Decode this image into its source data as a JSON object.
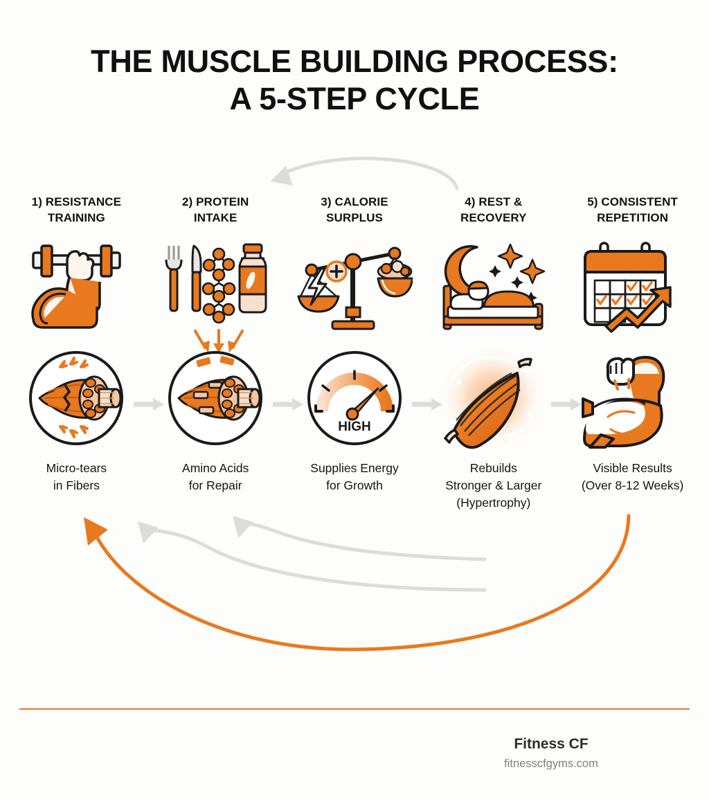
{
  "title": {
    "line1": "THE MUSCLE BUILDING PROCESS:",
    "line2": "A 5-STEP CYCLE"
  },
  "colors": {
    "orange": "#E8791F",
    "orange_dark": "#D2691E",
    "orange_light": "#F5A623",
    "orange_pale": "#F7D9C4",
    "gray_arrow": "#DCDCDC",
    "ink": "#1A1A1A",
    "text": "#141414",
    "muted": "#808080"
  },
  "steps": [
    {
      "number": "1)",
      "heading_line1": "1) RESISTANCE",
      "heading_line2": "TRAINING",
      "top_icon": "dumbbell-flex-arm-icon",
      "circle_icon": "muscle-fiber-microtear-icon",
      "caption_line1": "Micro-tears",
      "caption_line2": "in Fibers",
      "caption_line3": ""
    },
    {
      "number": "2)",
      "heading_line1": "2) PROTEIN",
      "heading_line2": "INTAKE",
      "top_icon": "fork-knife-protein-bottle-icon",
      "circle_icon": "muscle-fiber-repair-icon",
      "caption_line1": "Amino Acids",
      "caption_line2": "for Repair",
      "caption_line3": ""
    },
    {
      "number": "3)",
      "heading_line1": "3) CALORIE",
      "heading_line2": "SURPLUS",
      "top_icon": "balance-scale-energy-food-icon",
      "circle_icon": "gauge-high-icon",
      "gauge_label": "HIGH",
      "caption_line1": "Supplies Energy",
      "caption_line2": "for Growth",
      "caption_line3": ""
    },
    {
      "number": "4)",
      "heading_line1": "4) REST &",
      "heading_line2": "RECOVERY",
      "top_icon": "sleeping-person-moon-stars-icon",
      "circle_icon": "glowing-muscle-icon",
      "caption_line1": "Rebuilds",
      "caption_line2": "Stronger & Larger",
      "caption_line3": "(Hypertrophy)"
    },
    {
      "number": "5)",
      "heading_line1": "5) CONSISTENT",
      "heading_line2": "REPETITION",
      "top_icon": "calendar-growth-arrow-icon",
      "circle_icon": "flexed-bicep-icon",
      "caption_line1": "Visible Results",
      "caption_line2": "(Over 8-12 Weeks)",
      "caption_line3": ""
    }
  ],
  "connectors": [
    {
      "name": "arrow-step1-to-step2",
      "color": "#DCDCDC"
    },
    {
      "name": "arrow-step2-to-step3",
      "color": "#DCDCDC"
    },
    {
      "name": "arrow-step3-to-step4",
      "color": "#DCDCDC"
    },
    {
      "name": "arrow-step4-to-step5",
      "color": "#DCDCDC"
    }
  ],
  "cycle_arrows": [
    {
      "name": "top-feedback-arrow",
      "color": "#DCDCDC"
    },
    {
      "name": "bottom-long-cycle-arrow",
      "color": "#E8791F"
    },
    {
      "name": "bottom-mid-feedback-arrow",
      "color": "#DCDCDC"
    },
    {
      "name": "bottom-short-feedback-arrow",
      "color": "#DCDCDC"
    }
  ],
  "footer": {
    "brand": "Fitness CF",
    "url": "fitnesscfgyms.com"
  }
}
